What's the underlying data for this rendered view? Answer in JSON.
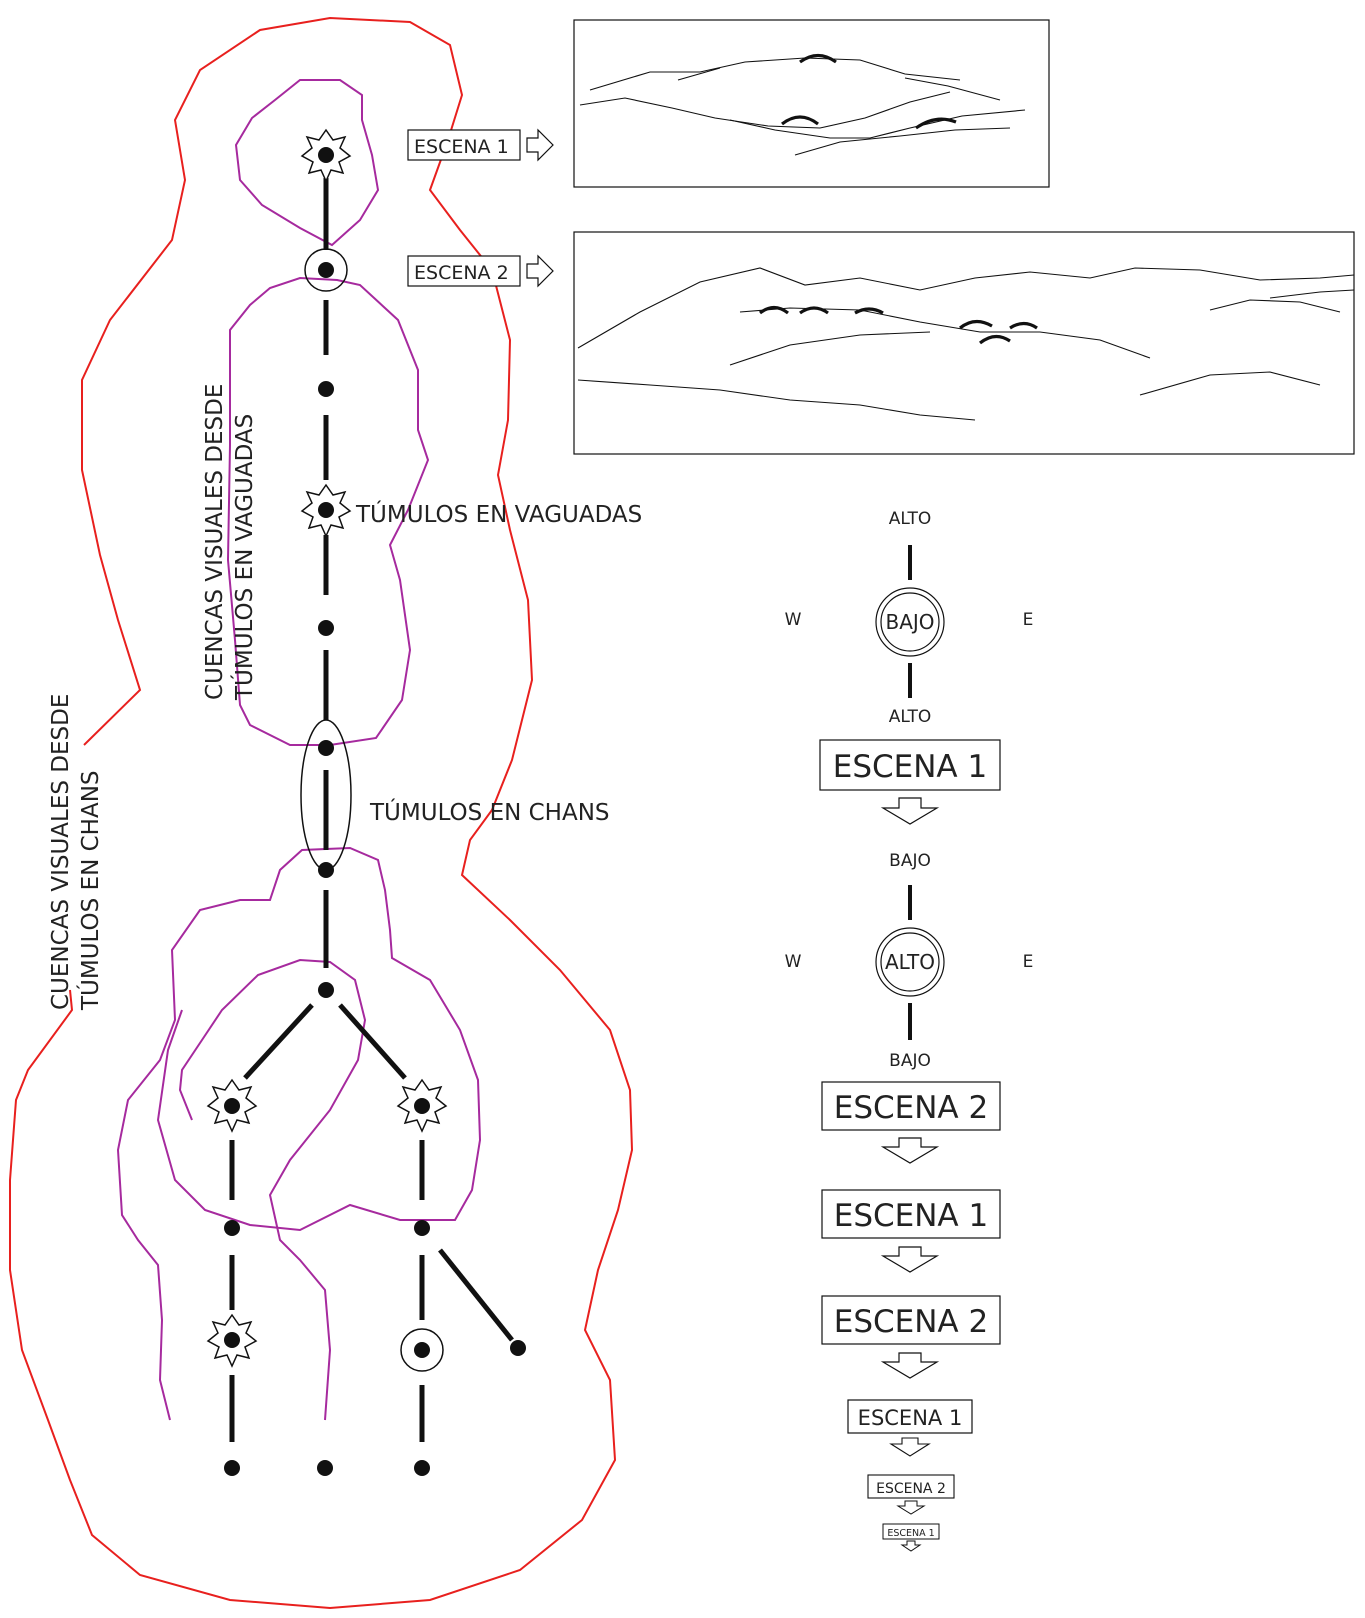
{
  "labels": {
    "escena1_small": "ESCENA 1",
    "escena2_small": "ESCENA 2",
    "tumulos_vaguadas": "TÚMULOS EN VAGUADAS",
    "tumulos_chans": "TÚMULOS EN CHANS",
    "cuencas_vaguadas_line1": "CUENCAS VISUALES DESDE",
    "cuencas_vaguadas_line2": "TÚMULOS EN VAGUADAS",
    "cuencas_chans_line1": "CUENCAS VISUALES DESDE",
    "cuencas_chans_line2": "TÚMULOS EN CHANS"
  },
  "compass1": {
    "top": "ALTO",
    "center": "BAJO",
    "bottom": "ALTO",
    "west": "W",
    "east": "E"
  },
  "compass2": {
    "top": "BAJO",
    "center": "ALTO",
    "bottom": "BAJO",
    "west": "W",
    "east": "E"
  },
  "sequence": [
    "ESCENA 1",
    "ESCENA 2",
    "ESCENA 1",
    "ESCENA 2",
    "ESCENA 1",
    "ESCENA 2",
    "ESCENA 1"
  ],
  "colors": {
    "outer_catchment": "#e8201e",
    "inner_catchment": "#a62a9e",
    "ink": "#111111"
  }
}
